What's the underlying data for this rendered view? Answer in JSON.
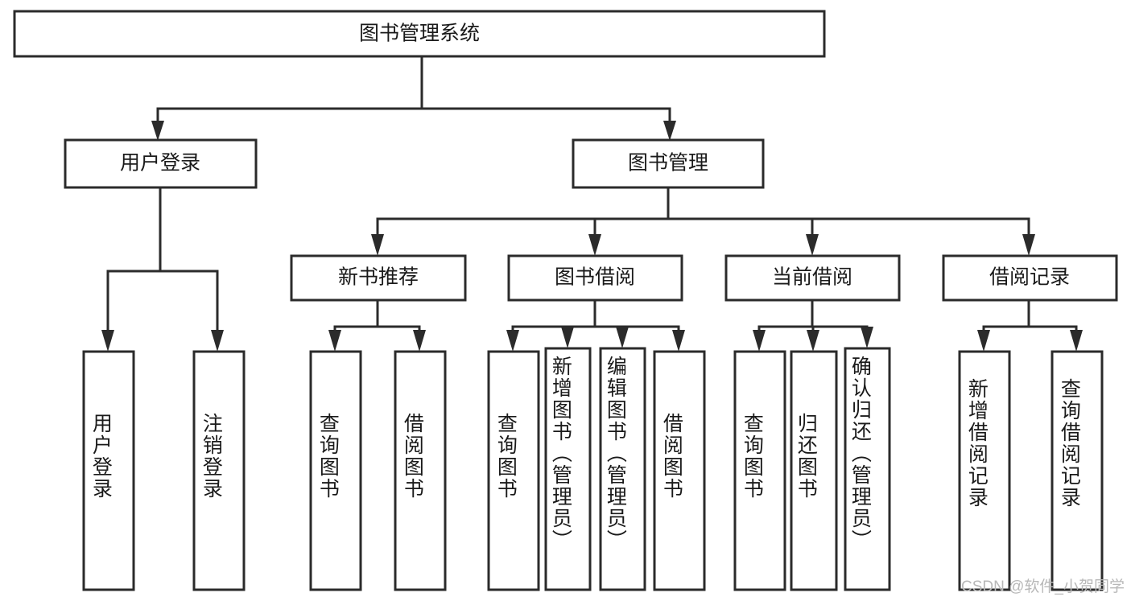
{
  "diagram": {
    "type": "tree-hierarchy-diagram",
    "title": "图书管理系统",
    "watermark": "CSDN @软件_小贺同学",
    "colors": {
      "box_fill": "#ffffff",
      "box_stroke": "#2b2b2b",
      "connector": "#2b2b2b",
      "text": "#1a1a1a",
      "watermark": "#b8b8b8",
      "background": "#ffffff"
    },
    "levels": {
      "root": {
        "label": "图书管理系统",
        "orientation": "horizontal"
      },
      "level1": [
        {
          "label": "用户登录",
          "orientation": "horizontal"
        },
        {
          "label": "图书管理",
          "orientation": "horizontal"
        }
      ],
      "level2": [
        {
          "label": "新书推荐",
          "orientation": "horizontal",
          "parent": "图书管理"
        },
        {
          "label": "图书借阅",
          "orientation": "horizontal",
          "parent": "图书管理"
        },
        {
          "label": "当前借阅",
          "orientation": "horizontal",
          "parent": "图书管理"
        },
        {
          "label": "借阅记录",
          "orientation": "horizontal",
          "parent": "图书管理"
        }
      ],
      "leaves": [
        {
          "label": "用户登录",
          "orientation": "vertical",
          "parent": "用户登录"
        },
        {
          "label": "注销登录",
          "orientation": "vertical",
          "parent": "用户登录"
        },
        {
          "label": "查询图书",
          "orientation": "vertical",
          "parent": "新书推荐"
        },
        {
          "label": "借阅图书",
          "orientation": "vertical",
          "parent": "新书推荐"
        },
        {
          "label": "查询图书",
          "orientation": "vertical",
          "parent": "图书借阅"
        },
        {
          "label": "新增图书（管理员）",
          "orientation": "vertical",
          "parent": "图书借阅"
        },
        {
          "label": "编辑图书（管理员）",
          "orientation": "vertical",
          "parent": "图书借阅"
        },
        {
          "label": "借阅图书",
          "orientation": "vertical",
          "parent": "图书借阅"
        },
        {
          "label": "查询图书",
          "orientation": "vertical",
          "parent": "当前借阅"
        },
        {
          "label": "归还图书",
          "orientation": "vertical",
          "parent": "当前借阅"
        },
        {
          "label": "确认归还（管理员）",
          "orientation": "vertical",
          "parent": "当前借阅"
        },
        {
          "label": "新增借阅记录",
          "orientation": "vertical",
          "parent": "借阅记录"
        },
        {
          "label": "查询借阅记录",
          "orientation": "vertical",
          "parent": "借阅记录"
        }
      ]
    }
  }
}
